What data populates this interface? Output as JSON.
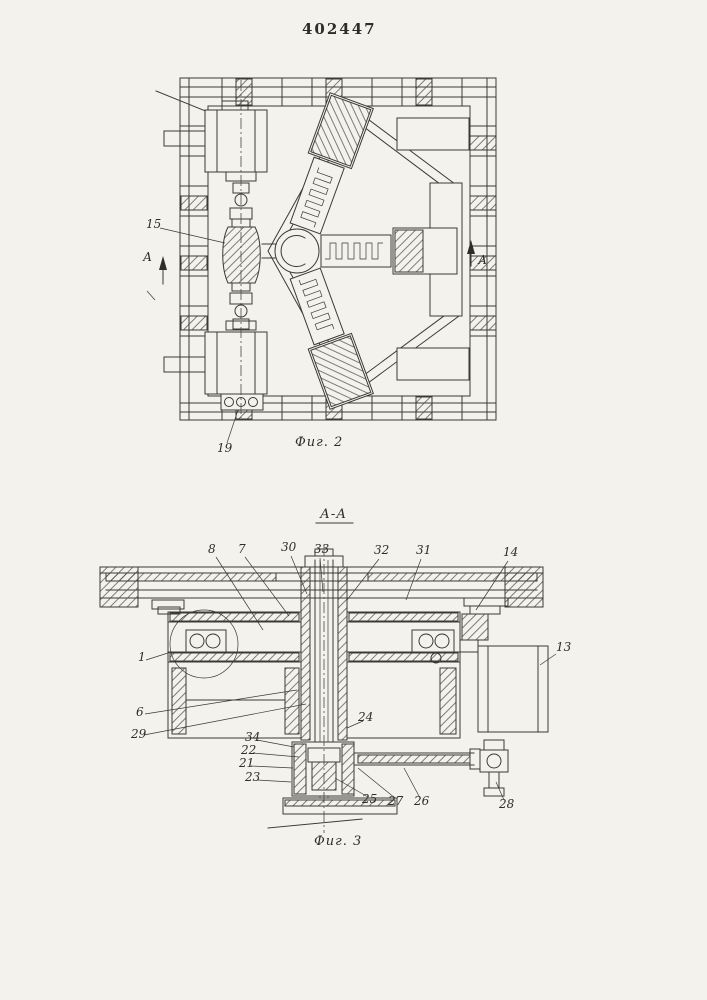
{
  "page": {
    "patent_number": "402447"
  },
  "fig2": {
    "caption": "Фиг. 2",
    "labels": {
      "part15": "15",
      "part19": "19",
      "section_left": "А",
      "section_right": "А"
    }
  },
  "fig3": {
    "section_title": "А-А",
    "caption": "Фиг. 3",
    "labels": {
      "part8": "8",
      "part7": "7",
      "part30": "30",
      "part33": "33",
      "part32": "32",
      "part31": "31",
      "part14": "14",
      "part1": "1",
      "part13": "13",
      "part6": "6",
      "part29": "29",
      "part34": "34",
      "part22": "22",
      "part21": "21",
      "part23": "23",
      "part24": "24",
      "part25": "25",
      "part27": "27",
      "part26": "26",
      "part28": "28"
    }
  }
}
